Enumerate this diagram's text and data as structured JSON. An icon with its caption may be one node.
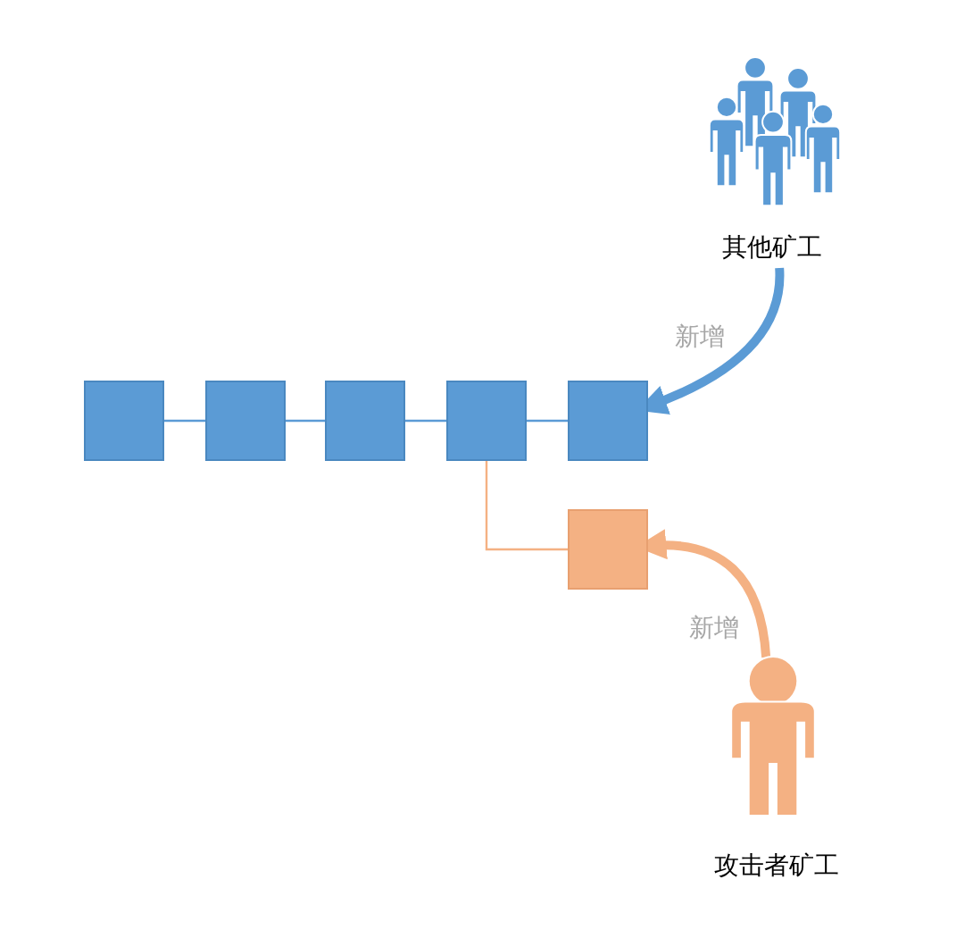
{
  "diagram": {
    "nodes": [
      {
        "text": [
          "其他矿工"
        ]
      },
      {
        "text": [],
        "shape": "box"
      },
      {
        "text": [],
        "shape": "box"
      },
      {
        "text": [],
        "shape": "box"
      },
      {
        "text": [],
        "shape": "box"
      },
      {
        "text": [],
        "shape": "box"
      },
      {
        "text": [],
        "shape": "box"
      },
      {
        "text": [
          "攻击者矿工"
        ]
      }
    ],
    "edges": [
      {
        "from": 1,
        "to": 2,
        "arrow": "none"
      },
      {
        "from": 2,
        "to": 3,
        "arrow": "none"
      },
      {
        "from": 3,
        "to": 4,
        "arrow": "none"
      },
      {
        "from": 4,
        "to": 5,
        "arrow": "none"
      },
      {
        "from": 4,
        "to": 6,
        "arrow": "none",
        "color": "#f4b183"
      },
      {
        "from": 0,
        "to": 5,
        "arrow": "to",
        "label": "新增",
        "style": "thick"
      },
      {
        "from": 7,
        "to": 6,
        "arrow": "to",
        "label": "新增",
        "style": "thick",
        "color": "#f4b183"
      }
    ]
  }
}
